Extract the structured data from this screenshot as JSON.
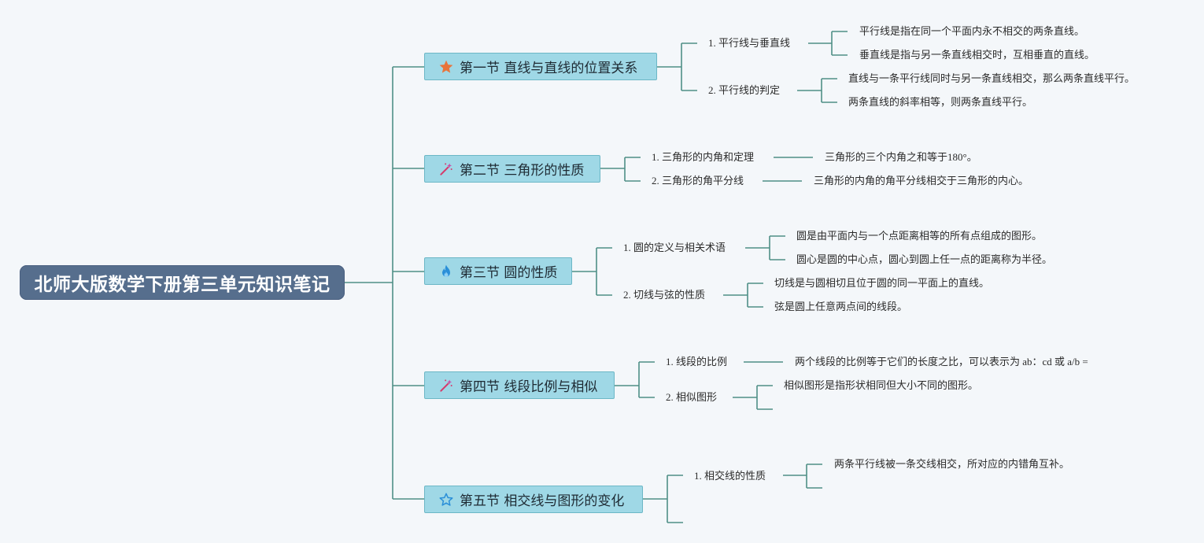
{
  "root": {
    "title": "北师大版数学下册第三单元知识笔记"
  },
  "colors": {
    "root_bg": "#566e8d",
    "section_bg": "#9fd8e6",
    "connector": "#4f8f86",
    "star": "#e8743b",
    "flame": "#2a8fd8",
    "wand": "#d63a6a"
  },
  "sections": [
    {
      "icon": "star-filled-icon",
      "title": "第一节 直线与直线的位置关系",
      "topics": [
        {
          "label": "1. 平行线与垂直线",
          "notes": [
            "平行线是指在同一个平面内永不相交的两条直线。",
            "垂直线是指与另一条直线相交时，互相垂直的直线。"
          ]
        },
        {
          "label": "2. 平行线的判定",
          "notes": [
            "直线与一条平行线同时与另一条直线相交，那么两条直线平行。",
            "两条直线的斜率相等，则两条直线平行。"
          ]
        }
      ]
    },
    {
      "icon": "magic-wand-icon",
      "title": "第二节 三角形的性质",
      "topics": [
        {
          "label": "1. 三角形的内角和定理",
          "notes": [
            "三角形的三个内角之和等于180°。"
          ]
        },
        {
          "label": "2. 三角形的角平分线",
          "notes": [
            "三角形的内角的角平分线相交于三角形的内心。"
          ]
        }
      ]
    },
    {
      "icon": "flame-icon",
      "title": "第三节 圆的性质",
      "topics": [
        {
          "label": "1. 圆的定义与相关术语",
          "notes": [
            "圆是由平面内与一个点距离相等的所有点组成的图形。",
            "圆心是圆的中心点，圆心到圆上任一点的距离称为半径。"
          ]
        },
        {
          "label": "2. 切线与弦的性质",
          "notes": [
            "切线是与圆相切且位于圆的同一平面上的直线。",
            "弦是圆上任意两点间的线段。"
          ]
        }
      ]
    },
    {
      "icon": "magic-wand-icon",
      "title": "第四节 线段比例与相似",
      "topics": [
        {
          "label": "1. 线段的比例",
          "notes": [
            "两个线段的比例等于它们的长度之比，可以表示为 ab：cd 或 a/b ="
          ]
        },
        {
          "label": "2. 相似图形",
          "notes": [
            "相似图形是指形状相同但大小不同的图形。",
            ""
          ]
        }
      ]
    },
    {
      "icon": "star-outline-icon",
      "title": "第五节 相交线与图形的变化",
      "topics": [
        {
          "label": "1. 相交线的性质",
          "notes": [
            "两条平行线被一条交线相交，所对应的内错角互补。",
            ""
          ]
        },
        {
          "label": "",
          "notes": []
        }
      ]
    }
  ]
}
